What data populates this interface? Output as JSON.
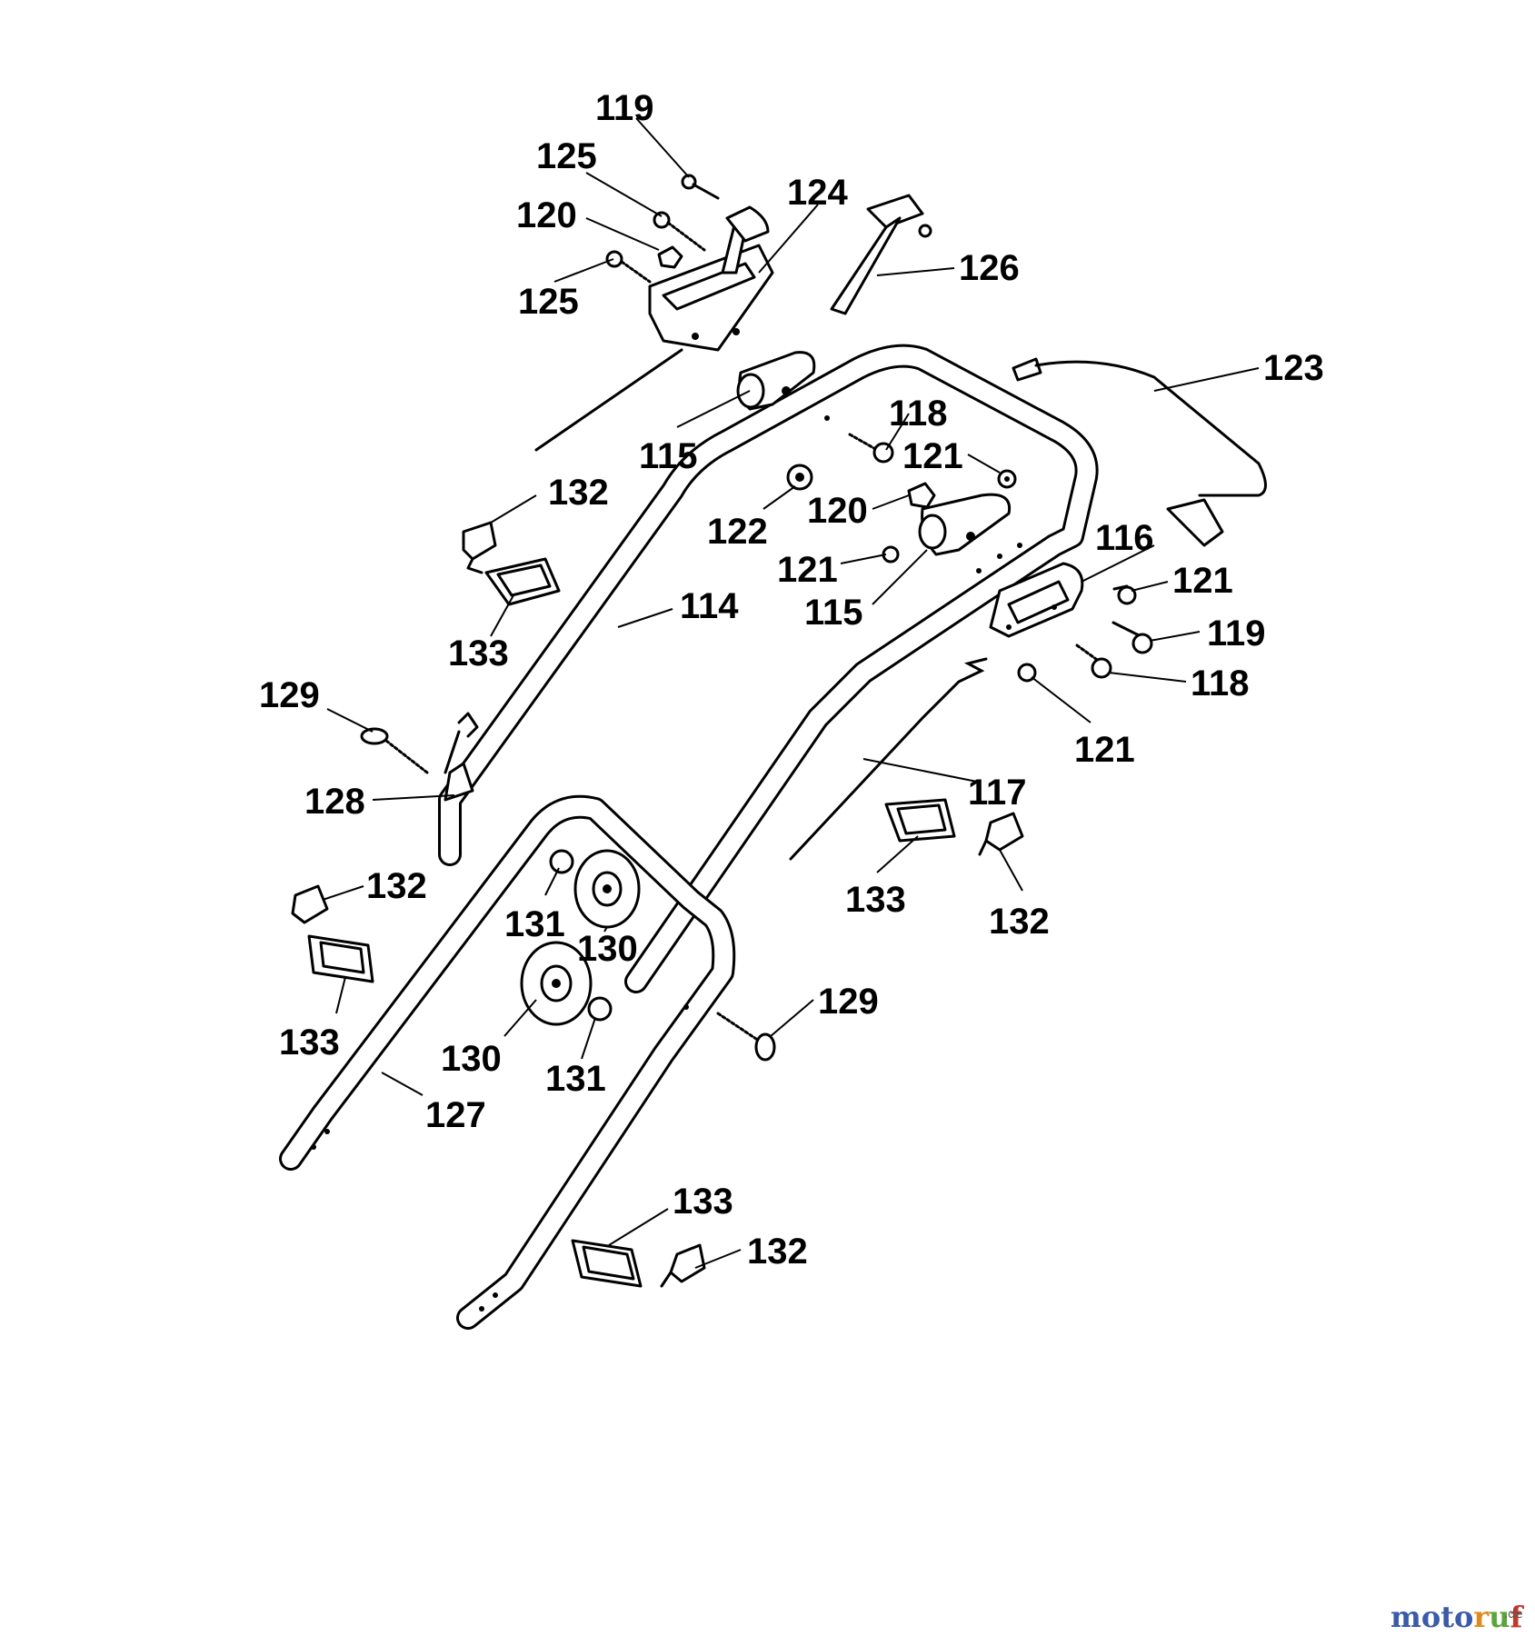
{
  "callouts": [
    {
      "id": "c-119-a",
      "text": "119"
    },
    {
      "id": "c-125-a",
      "text": "125"
    },
    {
      "id": "c-120-a",
      "text": "120"
    },
    {
      "id": "c-125-b",
      "text": "125"
    },
    {
      "id": "c-124",
      "text": "124"
    },
    {
      "id": "c-126",
      "text": "126"
    },
    {
      "id": "c-123",
      "text": "123"
    },
    {
      "id": "c-118-a",
      "text": "118"
    },
    {
      "id": "c-121-a",
      "text": "121"
    },
    {
      "id": "c-115-a",
      "text": "115"
    },
    {
      "id": "c-122",
      "text": "122"
    },
    {
      "id": "c-120-b",
      "text": "120"
    },
    {
      "id": "c-116",
      "text": "116"
    },
    {
      "id": "c-121-b",
      "text": "121"
    },
    {
      "id": "c-115-b",
      "text": "115"
    },
    {
      "id": "c-121-c",
      "text": "121"
    },
    {
      "id": "c-119-b",
      "text": "119"
    },
    {
      "id": "c-118-b",
      "text": "118"
    },
    {
      "id": "c-121-d",
      "text": "121"
    },
    {
      "id": "c-132-a",
      "text": "132"
    },
    {
      "id": "c-133-a",
      "text": "133"
    },
    {
      "id": "c-114",
      "text": "114"
    },
    {
      "id": "c-129-a",
      "text": "129"
    },
    {
      "id": "c-128",
      "text": "128"
    },
    {
      "id": "c-117",
      "text": "117"
    },
    {
      "id": "c-133-b",
      "text": "133"
    },
    {
      "id": "c-132-b",
      "text": "132"
    },
    {
      "id": "c-132-c",
      "text": "132"
    },
    {
      "id": "c-131-a",
      "text": "131"
    },
    {
      "id": "c-130-a",
      "text": "130"
    },
    {
      "id": "c-133-c",
      "text": "133"
    },
    {
      "id": "c-129-b",
      "text": "129"
    },
    {
      "id": "c-130-b",
      "text": "130"
    },
    {
      "id": "c-131-b",
      "text": "131"
    },
    {
      "id": "c-127",
      "text": "127"
    },
    {
      "id": "c-133-d",
      "text": "133"
    },
    {
      "id": "c-132-d",
      "text": "132"
    }
  ],
  "watermark": {
    "text": "motoruf",
    "suffix": ".de",
    "colors": [
      "#3a5ba9",
      "#3a5ba9",
      "#3a5ba9",
      "#3a5ba9",
      "#e08a1e",
      "#5aa43a",
      "#c0392b"
    ]
  }
}
